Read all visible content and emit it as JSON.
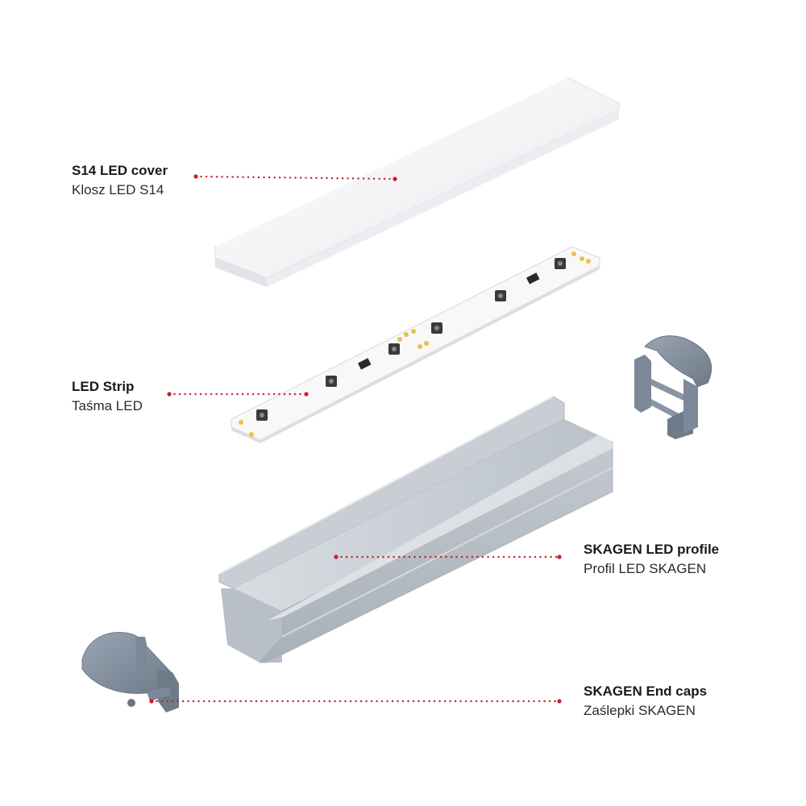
{
  "labels": {
    "cover": {
      "title": "S14 LED cover",
      "subtitle": "Klosz LED S14"
    },
    "strip": {
      "title": "LED Strip",
      "subtitle": "Taśma LED"
    },
    "profile": {
      "title": "SKAGEN LED profile",
      "subtitle": "Profil LED SKAGEN"
    },
    "caps": {
      "title": "SKAGEN End caps",
      "subtitle": "Zaślepki SKAGEN"
    }
  },
  "colors": {
    "leader": "#c8202a",
    "cover": "#f4f4f6",
    "strip": "#f7f7f7",
    "led_chip": "#e7c24a",
    "profile": "#c9ced4",
    "end_cap": "#8b96a6"
  }
}
